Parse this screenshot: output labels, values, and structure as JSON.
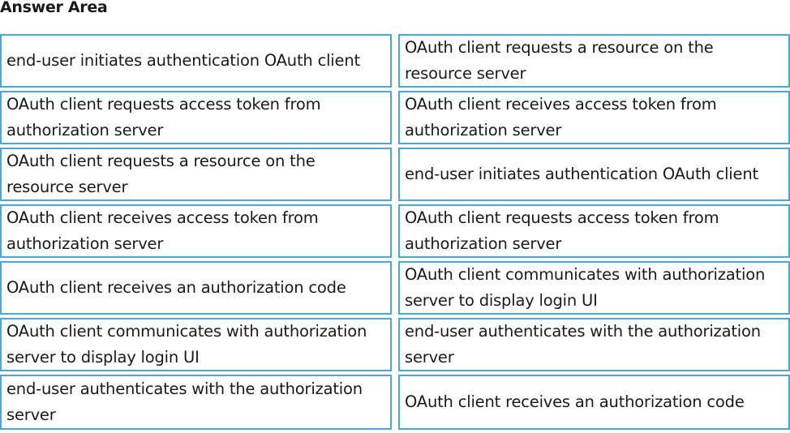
{
  "title": "Answer Area",
  "left_column": [
    "end-user initiates authentication OAuth client",
    "OAuth client requests access token from authorization server",
    "OAuth client requests a resource on the resource server",
    "OAuth client receives access token from authorization server",
    "OAuth client receives an authorization code",
    "OAuth client communicates with authorization server to display login UI",
    "end-user authenticates with the authorization server"
  ],
  "right_column": [
    "OAuth client requests a resource on the resource server",
    "OAuth client receives access token from authorization server",
    "end-user initiates authentication OAuth client",
    "OAuth client requests access token from authorization server",
    "OAuth client communicates with authorization server to display login UI",
    "end-user authenticates with the authorization server",
    "OAuth client receives an authorization code"
  ]
}
